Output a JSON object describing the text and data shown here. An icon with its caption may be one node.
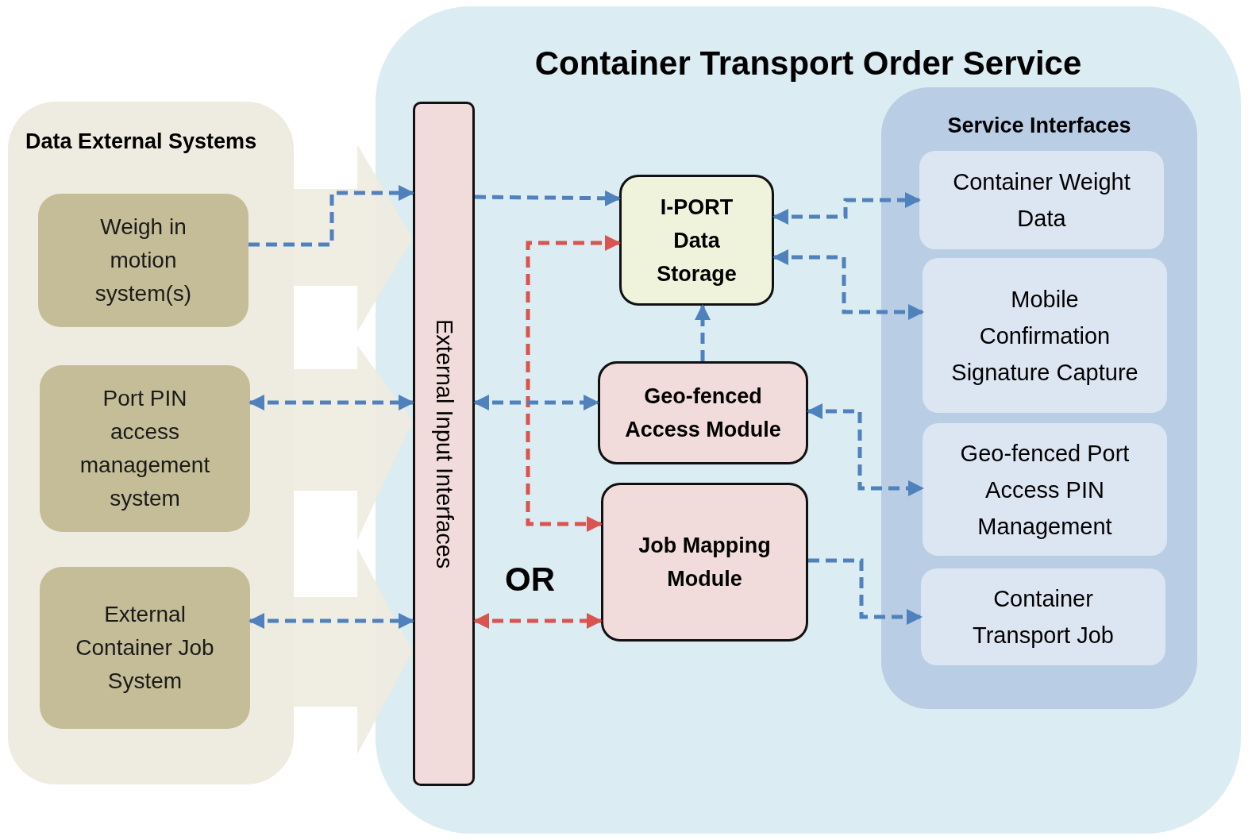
{
  "diagram": {
    "nodes": [
      {
        "text": [
          "Data External Systems"
        ]
      },
      {
        "text": [
          "Weigh in motion system(s)"
        ],
        "in": 0
      },
      {
        "text": [
          "Port PIN access management system"
        ],
        "in": 0
      },
      {
        "text": [
          "External Container Job System"
        ],
        "in": 0
      },
      {
        "text": [
          "Container Transport Order Service"
        ]
      },
      {
        "text": [
          "External Input Interfaces"
        ],
        "in": 4
      },
      {
        "text": [
          "I-PORT Data Storage"
        ],
        "in": 4
      },
      {
        "text": [
          "Geo-fenced Access Module"
        ],
        "in": 4
      },
      {
        "text": [
          "Job Mapping Module"
        ],
        "in": 4
      },
      {
        "text": [
          "Service Interfaces"
        ],
        "in": 4
      },
      {
        "text": [
          "Container Weight Data"
        ],
        "in": 9
      },
      {
        "text": [
          "Mobile Confirmation Signature Capture"
        ],
        "in": 9
      },
      {
        "text": [
          "Geo-fenced Port Access PIN Management"
        ],
        "in": 9
      },
      {
        "text": [
          "Container Transport Job"
        ],
        "in": 9
      }
    ],
    "edges": [
      {
        "from": 1,
        "to": 5,
        "arrow": "to",
        "style": "dashed"
      },
      {
        "from": 2,
        "to": 5,
        "arrow": "both",
        "style": "dashed"
      },
      {
        "from": 3,
        "to": 5,
        "arrow": "both",
        "style": "dashed"
      },
      {
        "from": 5,
        "to": 6,
        "arrow": "to",
        "style": "dashed"
      },
      {
        "from": 6,
        "to": 8,
        "arrow": "both",
        "style": "dashed",
        "color": "#d9534f"
      },
      {
        "from": 5,
        "to": 7,
        "arrow": "both",
        "style": "dashed"
      },
      {
        "from": 7,
        "to": 6,
        "arrow": "to",
        "style": "dashed"
      },
      {
        "from": 5,
        "to": 8,
        "arrow": "both",
        "style": "dashed",
        "color": "#d9534f"
      },
      {
        "from": 6,
        "to": 10,
        "arrow": "both",
        "style": "dashed"
      },
      {
        "from": 6,
        "to": 11,
        "arrow": "both",
        "style": "dashed"
      },
      {
        "from": 7,
        "to": 12,
        "arrow": "both",
        "style": "dashed"
      },
      {
        "from": 8,
        "to": 13,
        "arrow": "to",
        "style": "dashed"
      }
    ],
    "labels": [
      "OR"
    ]
  }
}
